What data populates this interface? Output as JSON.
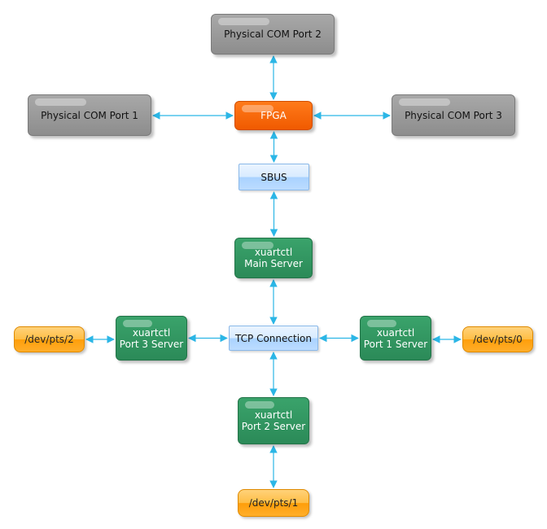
{
  "nodes": {
    "com2": "Physical COM Port 2",
    "com1": "Physical COM Port 1",
    "com3": "Physical COM Port 3",
    "fpga": "FPGA",
    "sbus": "SBUS",
    "main_server": [
      "xuartctl",
      "Main Server"
    ],
    "tcp": "TCP Connection",
    "port3_server": [
      "xuartctl",
      "Port 3 Server"
    ],
    "port1_server": [
      "xuartctl",
      "Port 1 Server"
    ],
    "port2_server": [
      "xuartctl",
      "Port 2 Server"
    ],
    "pts2": "/dev/pts/2",
    "pts0": "/dev/pts/0",
    "pts1": "/dev/pts/1"
  },
  "colors": {
    "arrow": "#2bb6e6",
    "gray": "#9a9a9a",
    "orange": "#f96400",
    "green": "#2f9460",
    "blue": "#cfe6ff",
    "amber": "#ffb020"
  },
  "edges": [
    [
      "com2",
      "fpga"
    ],
    [
      "com1",
      "fpga"
    ],
    [
      "fpga",
      "com3"
    ],
    [
      "fpga",
      "sbus"
    ],
    [
      "sbus",
      "main_server"
    ],
    [
      "main_server",
      "tcp"
    ],
    [
      "port3_server",
      "tcp"
    ],
    [
      "tcp",
      "port1_server"
    ],
    [
      "tcp",
      "port2_server"
    ],
    [
      "pts2",
      "port3_server"
    ],
    [
      "port1_server",
      "pts0"
    ],
    [
      "port2_server",
      "pts1"
    ]
  ]
}
